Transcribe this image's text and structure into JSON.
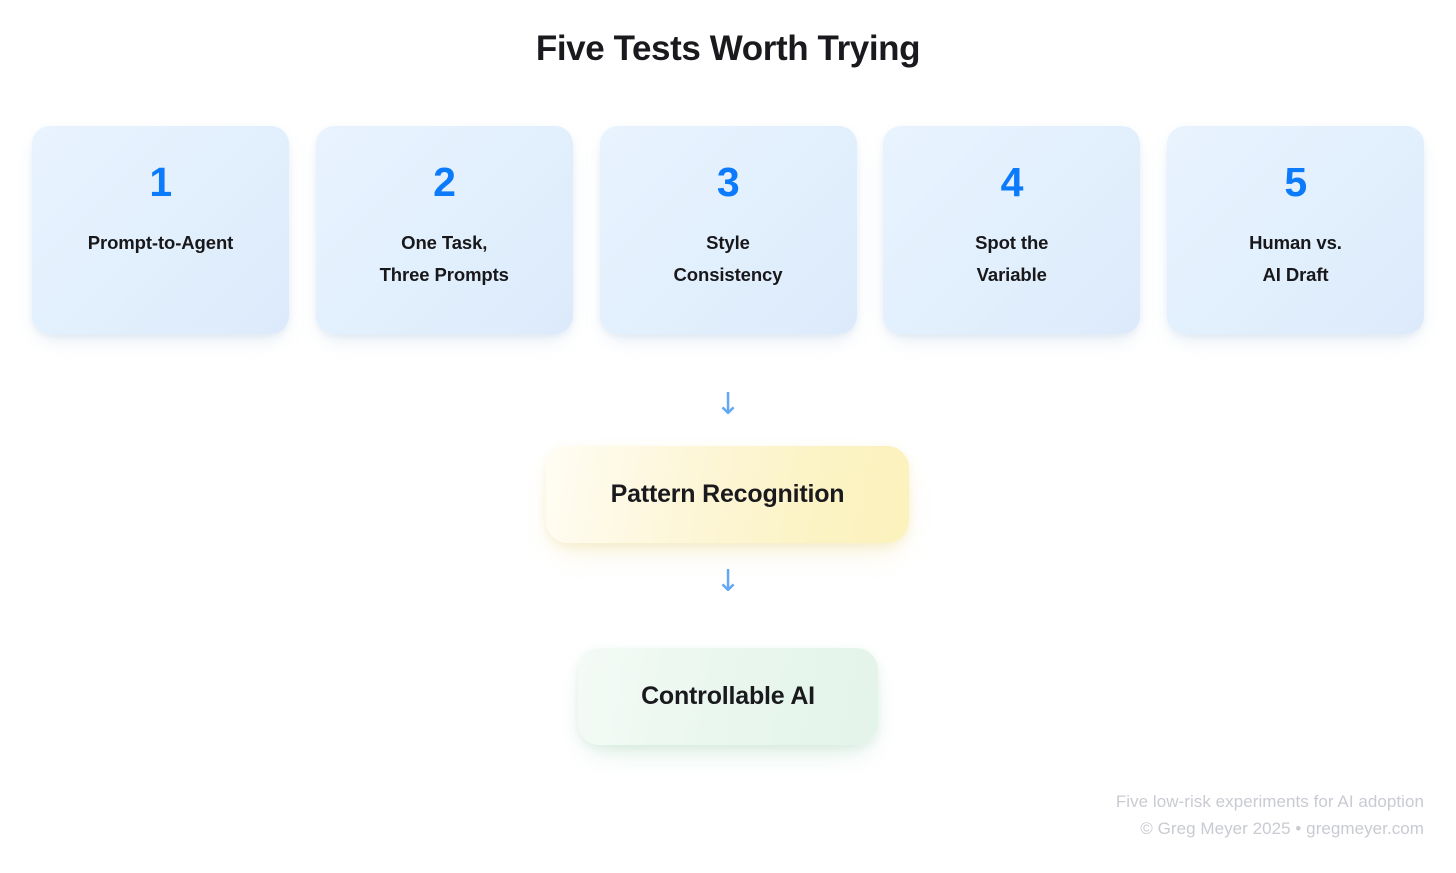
{
  "title": "Five Tests Worth Trying",
  "colors": {
    "number_blue": "#0b7bfb",
    "arrow_blue": "#62a8f5",
    "card_bg_start": "#e8f3fe",
    "card_bg_end": "#dceafb",
    "pattern_bg": "#fbf2bd",
    "controllable_bg": "#e3f4ea",
    "text": "#18181b",
    "footer_text": "#c9cbd2"
  },
  "cards": [
    {
      "number": "1",
      "line1": "Prompt-to-Agent",
      "line2": ""
    },
    {
      "number": "2",
      "line1": "One Task,",
      "line2": "Three Prompts"
    },
    {
      "number": "3",
      "line1": "Style",
      "line2": "Consistency"
    },
    {
      "number": "4",
      "line1": "Spot the",
      "line2": "Variable"
    },
    {
      "number": "5",
      "line1": "Human vs.",
      "line2": "AI Draft"
    }
  ],
  "arrows": {
    "first": "↓",
    "second": "↓"
  },
  "outcomes": {
    "pattern": "Pattern Recognition",
    "controllable": "Controllable AI"
  },
  "footer": {
    "line1": "Five low-risk experiments for AI adoption",
    "line2": "© Greg Meyer 2025 • gregmeyer.com"
  }
}
